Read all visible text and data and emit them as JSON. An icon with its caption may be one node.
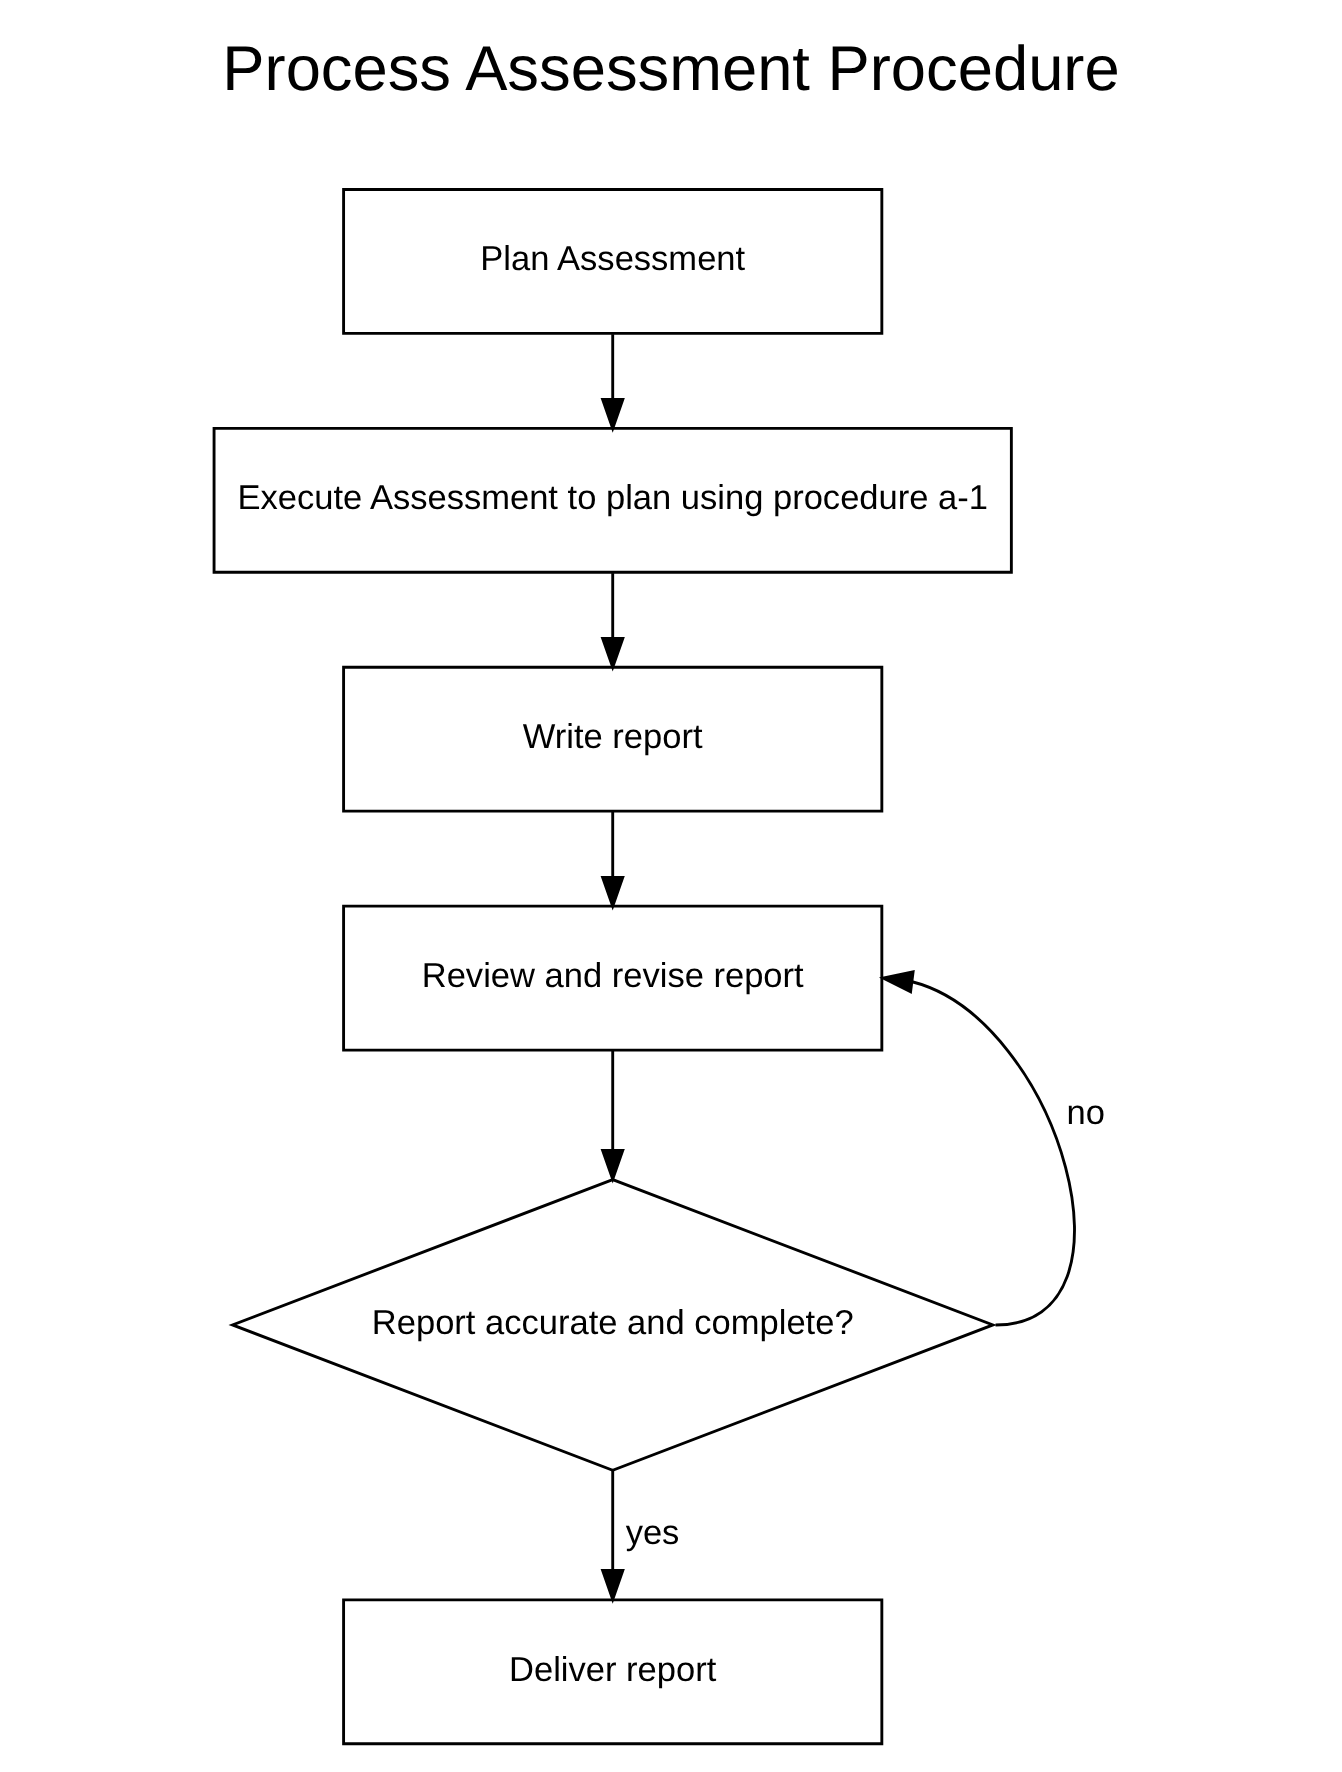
{
  "diagram": {
    "title": "Process Assessment Procedure",
    "nodes": [
      {
        "text": [
          "Plan Assessment"
        ]
      },
      {
        "text": [
          "Execute Assessment to plan using procedure a-1"
        ]
      },
      {
        "text": [
          "Write report"
        ]
      },
      {
        "text": [
          "Review and revise report"
        ]
      },
      {
        "text": [
          "Report accurate and complete?"
        ]
      },
      {
        "text": [
          "Deliver report"
        ]
      }
    ],
    "edges": [
      {
        "from": 0,
        "to": 1,
        "arrow": "to"
      },
      {
        "from": 1,
        "to": 2,
        "arrow": "to"
      },
      {
        "from": 2,
        "to": 3,
        "arrow": "to"
      },
      {
        "from": 3,
        "to": 4,
        "arrow": "to"
      },
      {
        "from": 4,
        "to": 3,
        "arrow": "to",
        "label": "no"
      },
      {
        "from": 4,
        "to": 5,
        "arrow": "to",
        "label": "yes"
      }
    ]
  }
}
